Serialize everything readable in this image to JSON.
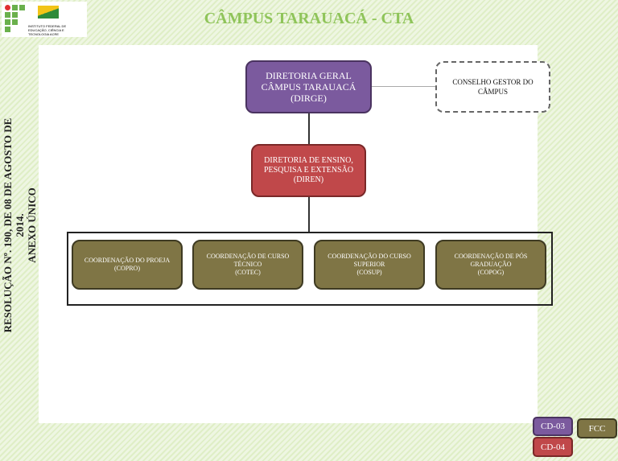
{
  "header": {
    "title": "CÂMPUS TARAUACÁ - CTA",
    "logo_text": "INSTITUTO FEDERAL DE EDUCAÇÃO, CIÊNCIA E TECNOLOGIA ACRE"
  },
  "side": {
    "line1": "RESOLUÇÃO Nº. 190, DE 08 DE AGOSTO DE 2014.",
    "line2": "ANEXO ÚNICO"
  },
  "org": {
    "dirge": {
      "l1": "DIRETORIA GERAL",
      "l2": "CÂMPUS TARAUACÁ",
      "l3": "(DIRGE)"
    },
    "conselho": "CONSELHO GESTOR DO CÂMPUS",
    "diren": {
      "l1": "DIRETORIA DE ENSINO,",
      "l2": "PESQUISA E EXTENSÃO",
      "l3": "(DIREN)"
    },
    "coords": [
      {
        "l1": "COORDENAÇÃO DO PROEJA",
        "l2": "(COPRO)"
      },
      {
        "l1": "COORDENAÇÃO DE CURSO TÉCNICO",
        "l2": "(COTEC)"
      },
      {
        "l1": "COORDENAÇÃO DO CURSO SUPERIOR",
        "l2": "(COSUP)"
      },
      {
        "l1": "COORDENAÇÃO DE PÓS GRADUAÇÃO",
        "l2": "(COPOG)"
      }
    ]
  },
  "legend": {
    "cd03": "CD-03",
    "cd04": "CD-04",
    "fcc": "FCC"
  },
  "colors": {
    "purple": "#7b5a9e",
    "red": "#c0484a",
    "olive": "#7f7545",
    "title": "#8fc45a"
  }
}
